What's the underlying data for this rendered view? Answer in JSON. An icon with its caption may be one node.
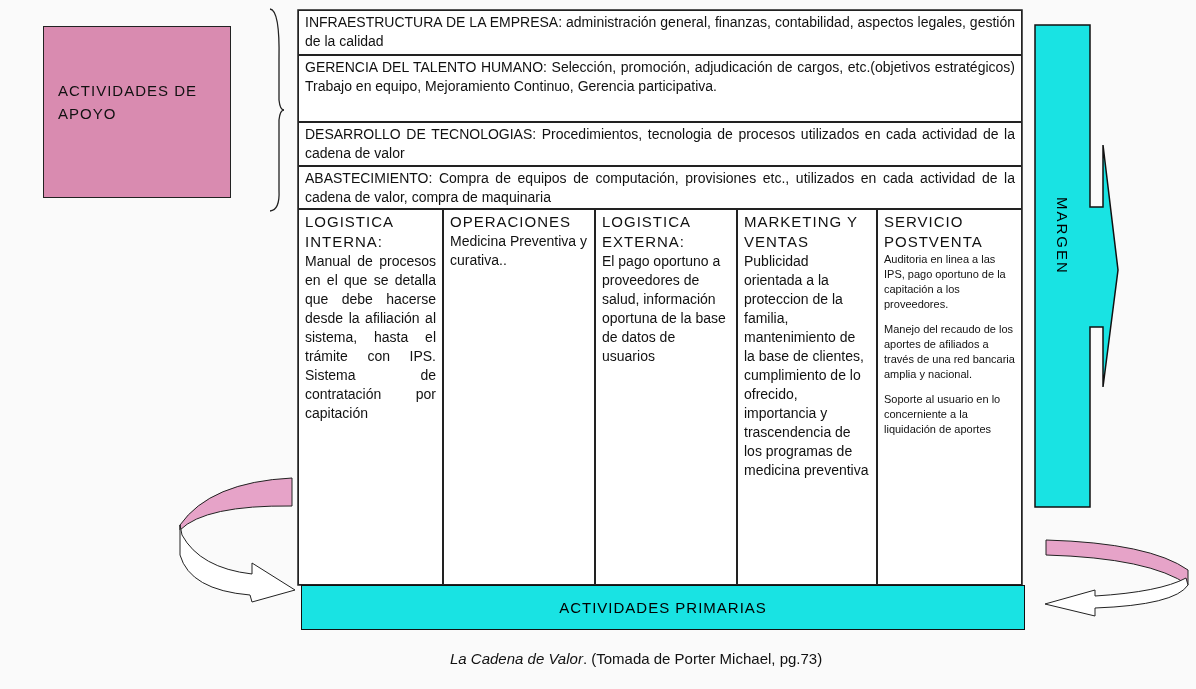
{
  "diagram": {
    "caption": "*La Cadena de Valor*. (Tomada de Porter Michael, pg.73)",
    "nodes": [
      {
        "text": [
          "ACTIVIDADES DE APOYO"
        ]
      },
      {
        "text": [
          "INFRAESTRUCTURA DE LA EMPRESA: administración general, finanzas, contabilidad, aspectos legales, gestión de la calidad"
        ]
      },
      {
        "text": [
          "GERENCIA DEL TALENTO HUMANO: Selección, promoción, adjudicación de cargos, etc.(objetivos estratégicos) Trabajo en equipo, Mejoramiento Continuo, Gerencia participativa."
        ]
      },
      {
        "text": [
          "DESARROLLO DE TECNOLOGIAS: Procedimientos, tecnologia de procesos utilizados en cada actividad de la cadena de valor"
        ]
      },
      {
        "text": [
          "ABASTECIMIENTO: Compra de equipos de computación, provisiones etc., utilizados en cada actividad de la cadena de valor, compra de maquinaria"
        ]
      },
      {
        "text": [
          "LOGISTICA INTERNA:",
          "Manual de procesos en el que se detalla que debe hacerse desde la afiliación al sistema, hasta el trámite con IPS. Sistema de contratación por capitación"
        ]
      },
      {
        "text": [
          "OPERACIONES",
          "Medicina Preventiva y curativa.."
        ]
      },
      {
        "text": [
          "LOGISTICA EXTERNA:",
          "El pago oportuno a proveedores de salud, información oportuna de la base de datos de usuarios"
        ]
      },
      {
        "text": [
          "MARKETING Y VENTAS",
          "Publicidad orientada a la proteccion de la familia, mantenimiento de la base de clientes, cumplimiento de lo ofrecido, importancia y trascendencia de los programas de medicina preventiva"
        ]
      },
      {
        "text": [
          "SERVICIO POSTVENTA",
          "Auditoria en linea a las IPS, pago oportuno de la capitación a los proveedores.",
          "Manejo del recaudo de los aportes de afiliados a través de una red bancaria amplia y nacional.",
          "Soporte al usuario en lo concerniente a la liquidación de aportes"
        ]
      },
      {
        "text": [
          "MARGEN"
        ]
      },
      {
        "text": [
          "ACTIVIDADES PRIMARIAS"
        ]
      }
    ]
  }
}
